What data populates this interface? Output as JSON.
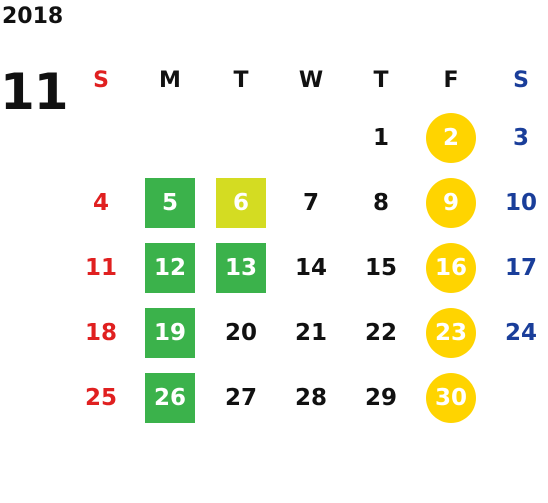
{
  "year": "2018",
  "month": "11",
  "weekdays": [
    "S",
    "M",
    "T",
    "W",
    "T",
    "F",
    "S"
  ],
  "colors": {
    "sunday": "#e02020",
    "saturday": "#1a3e9a",
    "weekday": "#111111",
    "green_highlight": "#3bb24b",
    "lime_highlight": "#d4dc22",
    "friday_circle": "#ffd400"
  },
  "weeks": [
    [
      "",
      "",
      "",
      "",
      "1",
      "2",
      "3"
    ],
    [
      "4",
      "5",
      "6",
      "7",
      "8",
      "9",
      "10"
    ],
    [
      "11",
      "12",
      "13",
      "14",
      "15",
      "16",
      "17"
    ],
    [
      "18",
      "19",
      "20",
      "21",
      "22",
      "23",
      "24"
    ],
    [
      "25",
      "26",
      "27",
      "28",
      "29",
      "30",
      ""
    ]
  ],
  "highlights": {
    "green": [
      "5",
      "12",
      "13",
      "19",
      "26"
    ],
    "lime": [
      "6"
    ],
    "circle": [
      "2",
      "9",
      "16",
      "23",
      "30"
    ]
  }
}
